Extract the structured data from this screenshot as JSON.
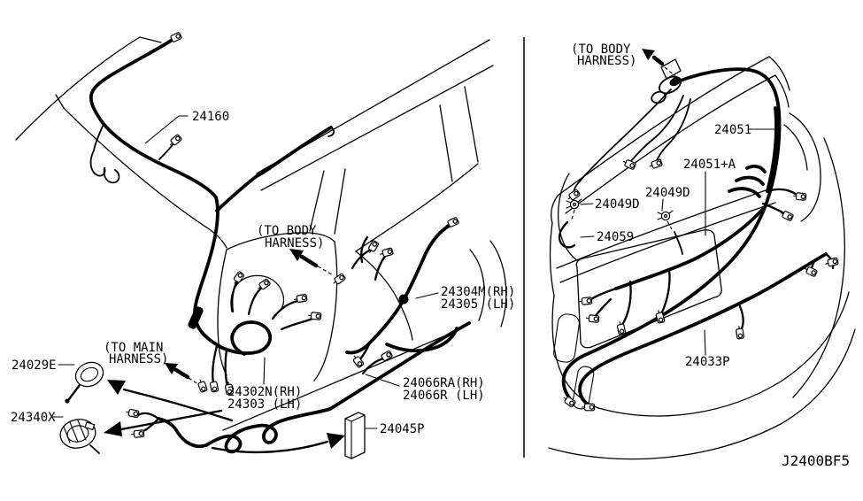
{
  "diagram_code": "J2400BF5",
  "colors": {
    "ink": "#000000",
    "background": "#ffffff"
  },
  "labels": [
    {
      "part": "24160",
      "text": "24160"
    },
    {
      "part": "24304M-RH",
      "text": "24304M(RH)"
    },
    {
      "part": "24305-LH",
      "text": "24305 (LH)"
    },
    {
      "part": "24302N-RH",
      "text": "24302N(RH)"
    },
    {
      "part": "24303-LH",
      "text": "24303 (LH)"
    },
    {
      "part": "24066RA-RH",
      "text": "24066RA(RH)"
    },
    {
      "part": "24066R-LH",
      "text": "24066R (LH)"
    },
    {
      "part": "24045P",
      "text": "24045P"
    },
    {
      "part": "24029E",
      "text": "24029E"
    },
    {
      "part": "24340X",
      "text": "24340X"
    },
    {
      "part": "24051",
      "text": "24051"
    },
    {
      "part": "24051+A",
      "text": "24051+A"
    },
    {
      "part": "24049D-upper",
      "text": "24049D"
    },
    {
      "part": "24049D-left",
      "text": "24049D"
    },
    {
      "part": "24059",
      "text": "24059"
    },
    {
      "part": "24033P",
      "text": "24033P"
    }
  ],
  "annotations": [
    {
      "id": "to-body-harness-left",
      "line1": "(TO BODY",
      "line2": "HARNESS)"
    },
    {
      "id": "to-main-harness",
      "line1": "(TO MAIN",
      "line2": "HARNESS)"
    },
    {
      "id": "to-body-harness-right",
      "line1": "(TO BODY",
      "line2": "HARNESS)"
    }
  ]
}
